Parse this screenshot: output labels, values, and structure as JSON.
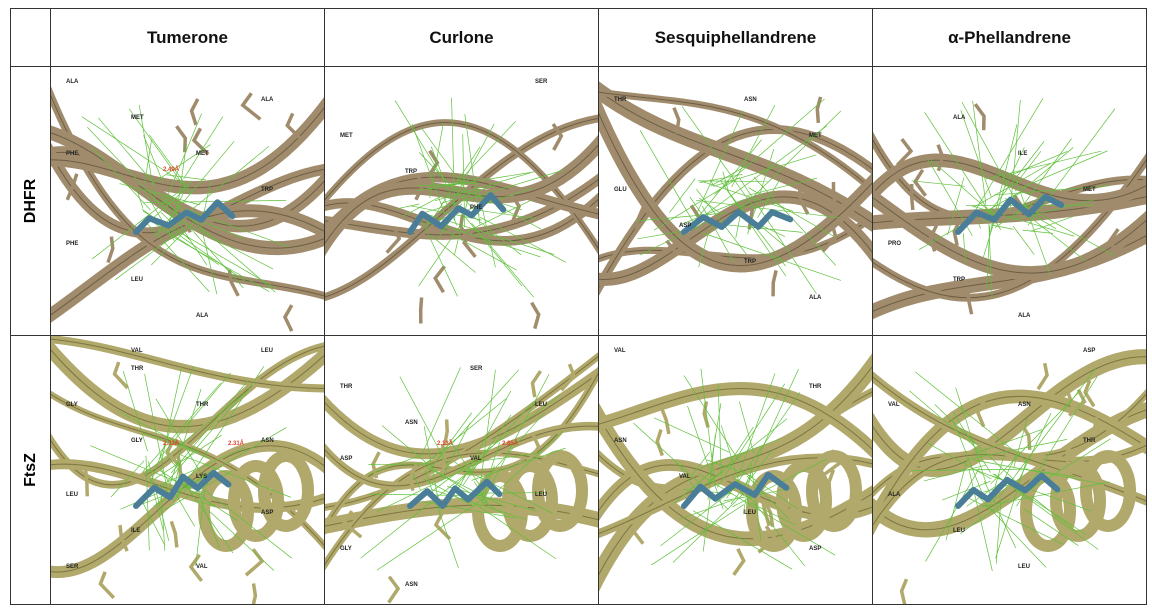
{
  "columns": [
    "Tumerone",
    "Curlone",
    "Sesquiphellandrene",
    "α-Phellandrene"
  ],
  "rows": [
    {
      "label": "DHFR",
      "protein_color": "#a08c6c",
      "cells": [
        {
          "residues": [
            "ALA",
            "MET",
            "MET",
            "TRP",
            "PHE",
            "LEU",
            "ALA",
            "ALA",
            "PHE"
          ],
          "distances": [
            "2.49Å"
          ]
        },
        {
          "residues": [
            "SER",
            "MET",
            "TRP",
            "PHE"
          ],
          "distances": []
        },
        {
          "residues": [
            "ASN",
            "MET",
            "GLU",
            "ASP",
            "TRP",
            "ALA",
            "THR"
          ],
          "distances": []
        },
        {
          "residues": [
            "ALA",
            "ILE",
            "MET",
            "PRO",
            "TRP",
            "ALA"
          ],
          "distances": []
        }
      ]
    },
    {
      "label": "FtsZ",
      "protein_color": "#b1a86b",
      "cells": [
        {
          "residues": [
            "THR",
            "THR",
            "ASN",
            "LEU",
            "ILE",
            "VAL",
            "LEU",
            "GLY",
            "GLY",
            "LYS",
            "ASP",
            "SER",
            "VAL"
          ],
          "distances": [
            "2.33Å",
            "2.31Å"
          ]
        },
        {
          "residues": [
            "THR",
            "ASN",
            "VAL",
            "LEU",
            "GLY",
            "ASN",
            "SER",
            "LEU",
            "ASP"
          ],
          "distances": [
            "2.13Å",
            "2.85Å"
          ]
        },
        {
          "residues": [
            "THR",
            "ASN",
            "VAL",
            "LEU",
            "ASP",
            "VAL"
          ],
          "distances": []
        },
        {
          "residues": [
            "ASN",
            "THR",
            "ALA",
            "LEU",
            "LEU",
            "ASP",
            "VAL"
          ],
          "distances": []
        }
      ]
    }
  ],
  "colors": {
    "ligand": "#4a7e98",
    "interaction": "#5fc03a",
    "hbond": "#e0452a"
  }
}
